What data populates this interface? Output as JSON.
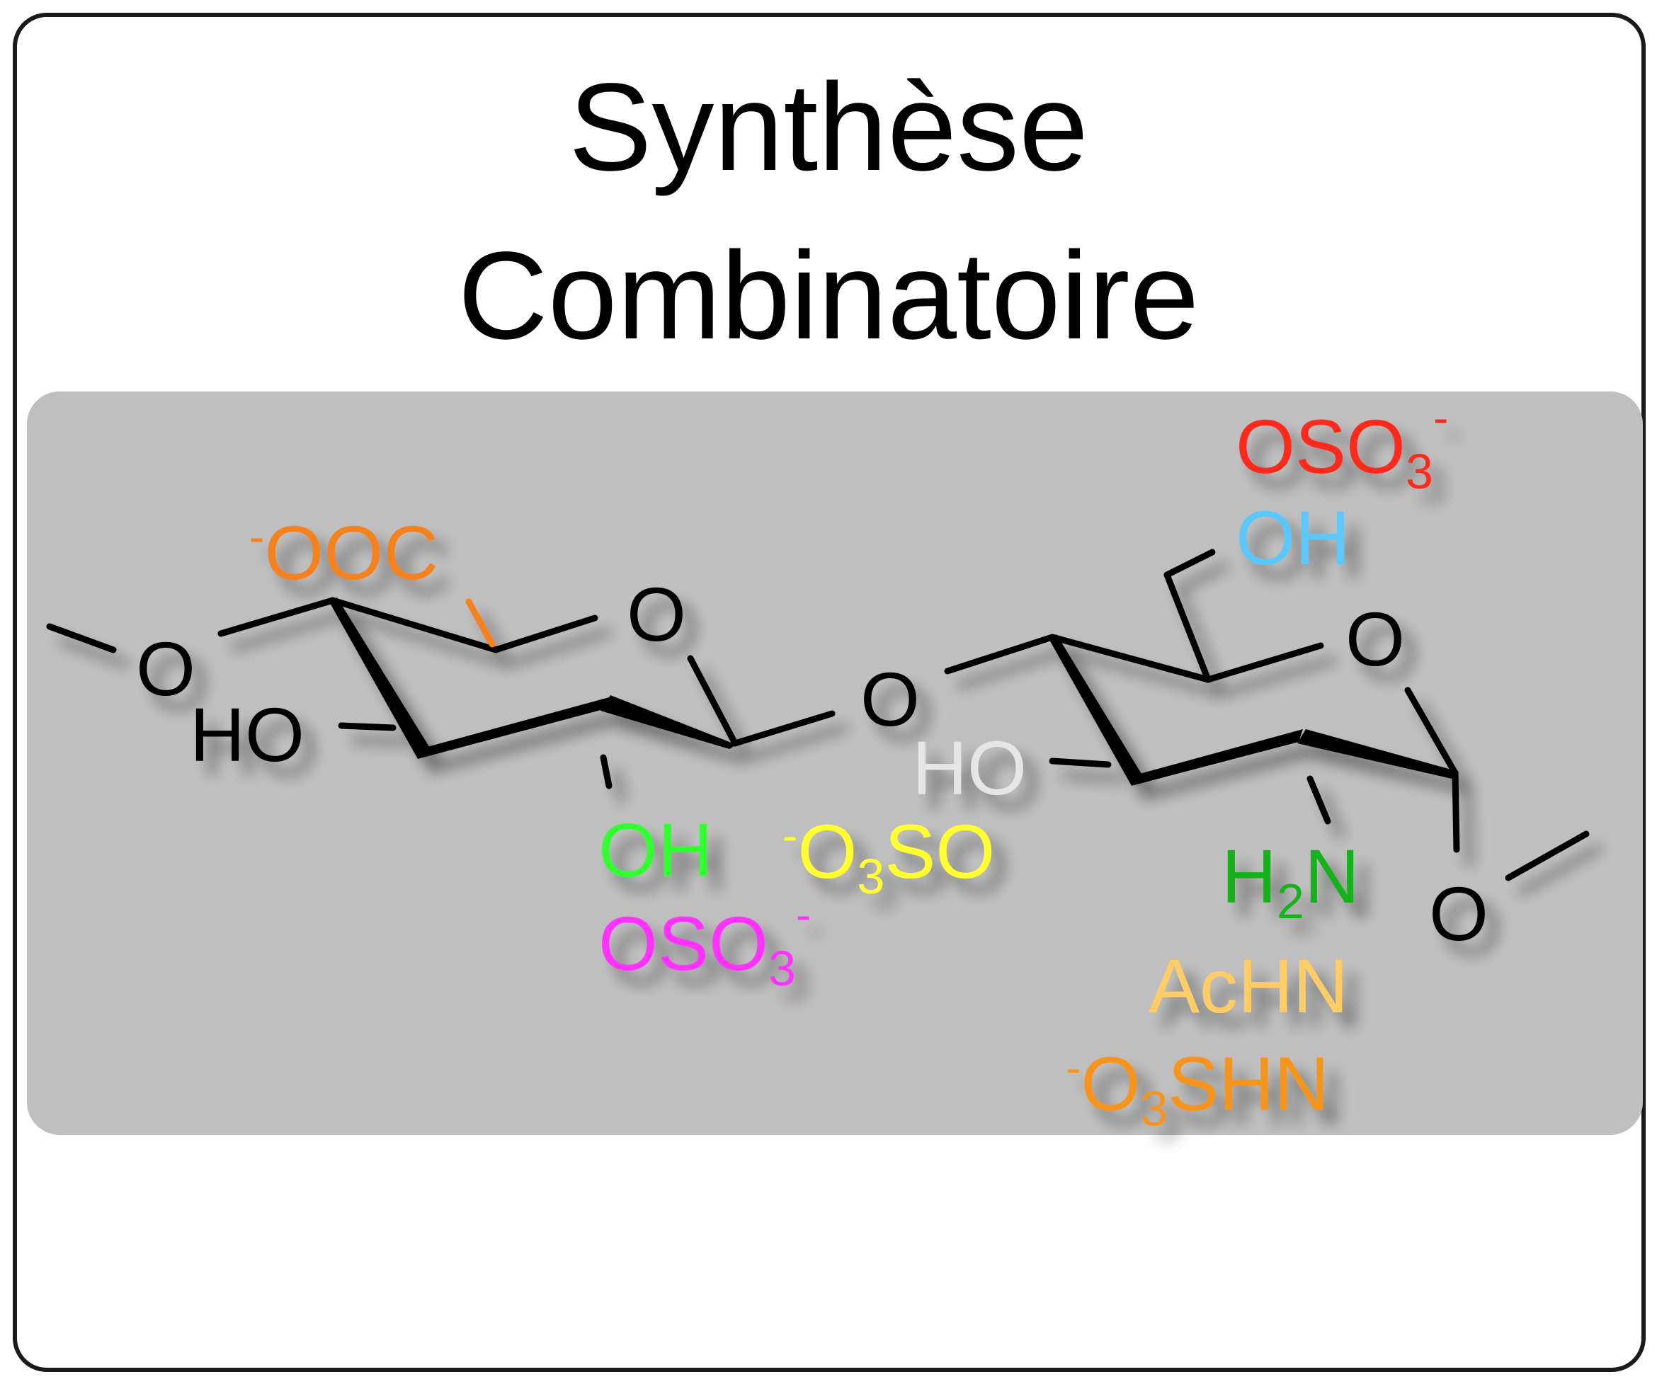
{
  "title": {
    "line1": "Synthèse",
    "line2": "Combinatoire"
  },
  "molecule": {
    "ring_o_left": "O",
    "ring_o_right": "O",
    "link_o_left": "O",
    "glycosidic_o": "O",
    "link_o_right": "O",
    "ho_left": "HO",
    "carboxylate": {
      "charge": "-",
      "text": "OOC"
    },
    "c2_oh": "OH",
    "c2_oso3": {
      "text": "OSO",
      "sub": "3",
      "charge": "-"
    },
    "c3_ho": "HO",
    "c3_o3so": {
      "charge": "-",
      "text1": "O",
      "sub": "3",
      "text2": "SO"
    },
    "c6_oso3": {
      "text": "OSO",
      "sub": "3",
      "charge": "-"
    },
    "c6_oh": "OH",
    "h2n": {
      "text1": "H",
      "sub": "2",
      "text2": "N"
    },
    "achn": "AcHN",
    "o3shn": {
      "charge": "-",
      "text1": "O",
      "sub": "3",
      "text2": "SHN"
    }
  },
  "colors": {
    "carboxylate": "#f5821f",
    "c2_oh": "#33ff33",
    "c2_oso3": "#ff33ff",
    "c3_ho": "#e6e6e6",
    "c3_o3so": "#ffff33",
    "c6_oso3": "#ff2a1a",
    "c6_oh": "#5ac8fa",
    "h2n": "#12b21d",
    "achn": "#ffcc66",
    "o3shn": "#f7941d",
    "bond": "#000000",
    "panel": "#bfbfbf"
  }
}
